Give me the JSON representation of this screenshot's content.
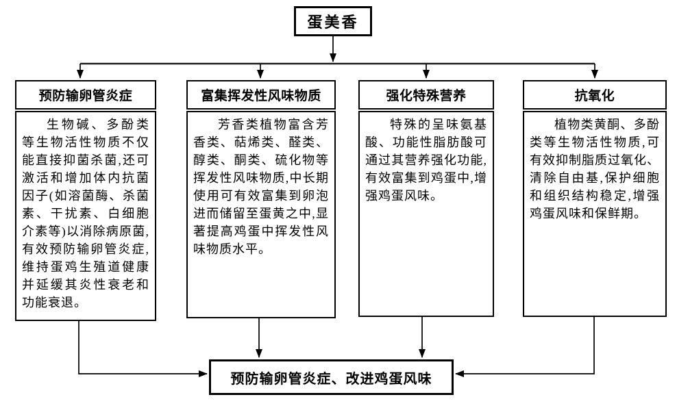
{
  "diagram": {
    "root": {
      "label": "蛋美香"
    },
    "columns": [
      {
        "title": "预防输卵管炎症",
        "body": "生物碱、多酚类等生物活性物质不仅能直接抑菌杀菌,还可激活和增加体内抗菌因子(如溶菌酶、杀菌素、干扰素、白细胞介素等)以消除病原菌,有效预防输卵管炎症,维持蛋鸡生殖道健康并延缓其炎性衰老和功能衰退。"
      },
      {
        "title": "富集挥发性风味物质",
        "body": "芳香类植物富含芳香类、萜烯类、醛类、醇类、酮类、硫化物等挥发性风味物质,中长期使用可有效富集到卵泡进而储留至蛋黄之中,显著提高鸡蛋中挥发性风味物质水平。"
      },
      {
        "title": "强化特殊营养",
        "body": "特殊的呈味氨基酸、功能性脂肪酸可通过其营养强化功能,有效富集到鸡蛋中,增强鸡蛋风味。"
      },
      {
        "title": "抗氧化",
        "body": "植物类黄酮、多酚类等生物活性物质,可有效抑制脂质过氧化、清除自由基,保护细胞和组织结构稳定,增强鸡蛋风味和保鲜期。"
      }
    ],
    "outcome": {
      "label": "预防输卵管炎症、改进鸡蛋风味"
    },
    "colors": {
      "line": "#000000",
      "border": "#000000",
      "background": "#ffffff",
      "text": "#000000"
    }
  }
}
